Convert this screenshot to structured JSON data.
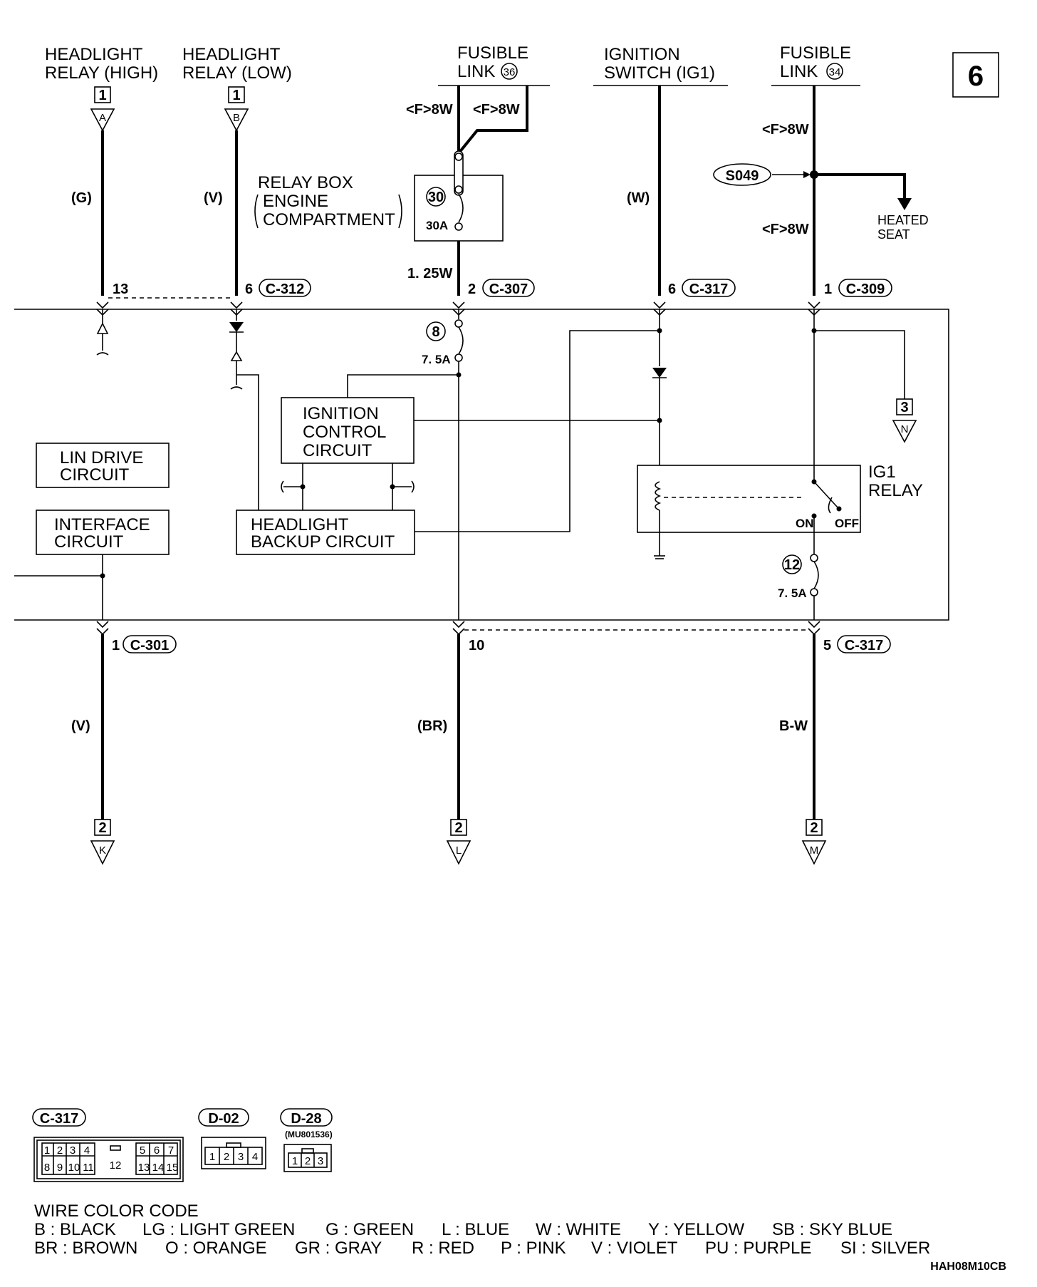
{
  "page_number": "6",
  "sources": {
    "headlight_high": [
      "HEADLIGHT",
      "RELAY (HIGH)"
    ],
    "headlight_low": [
      "HEADLIGHT",
      "RELAY (LOW)"
    ],
    "fusible_36": [
      "FUSIBLE",
      "LINK",
      "36"
    ],
    "ignition": [
      "IGNITION",
      "SWITCH (IG1)"
    ],
    "fusible_34": [
      "FUSIBLE",
      "LINK",
      "34"
    ]
  },
  "ref_in": {
    "a": {
      "num": "1",
      "letter": "A"
    },
    "b": {
      "num": "1",
      "letter": "B"
    },
    "n": {
      "num": "3",
      "letter": "N"
    }
  },
  "ref_out": {
    "k": {
      "num": "2",
      "letter": "K"
    },
    "l": {
      "num": "2",
      "letter": "L"
    },
    "m": {
      "num": "2",
      "letter": "M"
    }
  },
  "wire_labels": {
    "g": "(G)",
    "v_top": "(V)",
    "w": "(W)",
    "f8w_1": "<F>8W",
    "f8w_2": "<F>8W",
    "f8w_3": "<F>8W",
    "f8w_4": "<F>8W",
    "w125": "1. 25W",
    "v_bot": "(V)",
    "br": "(BR)",
    "bw": "B-W"
  },
  "relay_box": [
    "RELAY BOX",
    "ENGINE",
    "COMPARTMENT"
  ],
  "fuse_30": {
    "num": "30",
    "rating": "30A"
  },
  "fuse_8": {
    "num": "8",
    "rating": "7. 5A"
  },
  "fuse_12": {
    "num": "12",
    "rating": "7. 5A"
  },
  "splice": "S049",
  "heated_seat": [
    "HEATED",
    "SEAT"
  ],
  "connectors_top": {
    "c13": "13",
    "c312_pin": "6",
    "c312": "C-312",
    "c307_pin": "2",
    "c307": "C-307",
    "c317_pin": "6",
    "c317": "C-317",
    "c309_pin": "1",
    "c309": "C-309"
  },
  "connectors_bottom": {
    "c301_pin": "1",
    "c301": "C-301",
    "c10": "10",
    "c317_pin": "5",
    "c317": "C-317"
  },
  "blocks": {
    "ignition_control": [
      "IGNITION",
      "CONTROL",
      "CIRCUIT"
    ],
    "lin_drive": [
      "LIN DRIVE",
      "CIRCUIT"
    ],
    "interface": [
      "INTERFACE",
      "CIRCUIT"
    ],
    "headlight_backup": [
      "HEADLIGHT",
      "BACKUP CIRCUIT"
    ],
    "ig1_relay": [
      "IG1",
      "RELAY"
    ],
    "on": "ON",
    "off": "OFF"
  },
  "connector_views": {
    "c317": "C-317",
    "c317_top": [
      "1",
      "2",
      "3",
      "4",
      "5",
      "6",
      "7"
    ],
    "c317_mid": "12",
    "c317_bot": [
      "8",
      "9",
      "10",
      "11",
      "13",
      "14",
      "15"
    ],
    "d02": "D-02",
    "d02_pins": [
      "1",
      "2",
      "3",
      "4"
    ],
    "d28": "D-28",
    "d28_part": "(MU801536)",
    "d28_pins": [
      "1",
      "2",
      "3"
    ]
  },
  "legend": {
    "title": "WIRE COLOR CODE",
    "row1": [
      "B : BLACK",
      "LG : LIGHT GREEN",
      "G : GREEN",
      "L : BLUE",
      "W : WHITE",
      "Y : YELLOW",
      "SB : SKY BLUE"
    ],
    "row2": [
      "BR : BROWN",
      "O : ORANGE",
      "GR : GRAY",
      "R : RED",
      "P : PINK",
      "V : VIOLET",
      "PU : PURPLE",
      "SI : SILVER"
    ]
  },
  "doc_code": "HAH08M10CB"
}
